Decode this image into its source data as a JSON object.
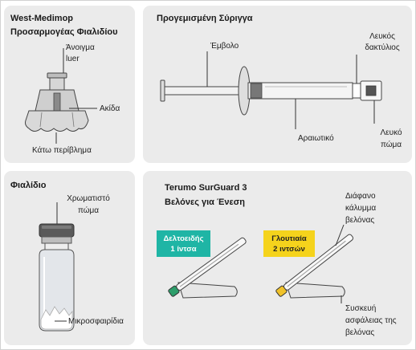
{
  "adapter_panel": {
    "title": [
      "West-Medimop",
      "Προσαρμογέας Φιαλιδίου"
    ],
    "luer_opening": [
      "Άνοιγμα",
      "luer"
    ],
    "spike": "Ακίδα",
    "lower_housing": "Κάτω περίβλημα"
  },
  "syringe_panel": {
    "title": "Προγεμισμένη Σύριγγα",
    "plunger": "Έμβολο",
    "white_collar": [
      "Λευκός",
      "δακτύλιος"
    ],
    "diluent": "Αραιωτικό",
    "white_cap": [
      "Λευκό",
      "πώμα"
    ]
  },
  "vial_panel": {
    "title": "Φιαλίδιο",
    "colored_cap": [
      "Χρωματιστό",
      "πώμα"
    ],
    "microspheres": "Μικροσφαιρίδια"
  },
  "needle_panel": {
    "title": [
      "Terumo SurGuard 3",
      "Βελόνες για Ένεση"
    ],
    "needle_cover": [
      "Διάφανο",
      "κάλυμμα",
      "βελόνας"
    ],
    "safety_device": [
      "Συσκευή",
      "ασφάλειας της",
      "βελόνας"
    ],
    "deltoid_badge": [
      "Δελτοειδής",
      "1 ίντσα"
    ],
    "gluteal_badge": [
      "Γλουτιαία",
      "2 ιντσών"
    ]
  },
  "colors": {
    "panel_background": "#ebebeb",
    "deltoid": "#1fb5a5",
    "gluteal": "#f5d31c",
    "deltoid_hub": "#2e9e6b",
    "gluteal_hub": "#f0c22a",
    "vial_cap": "#5a5a5a"
  }
}
